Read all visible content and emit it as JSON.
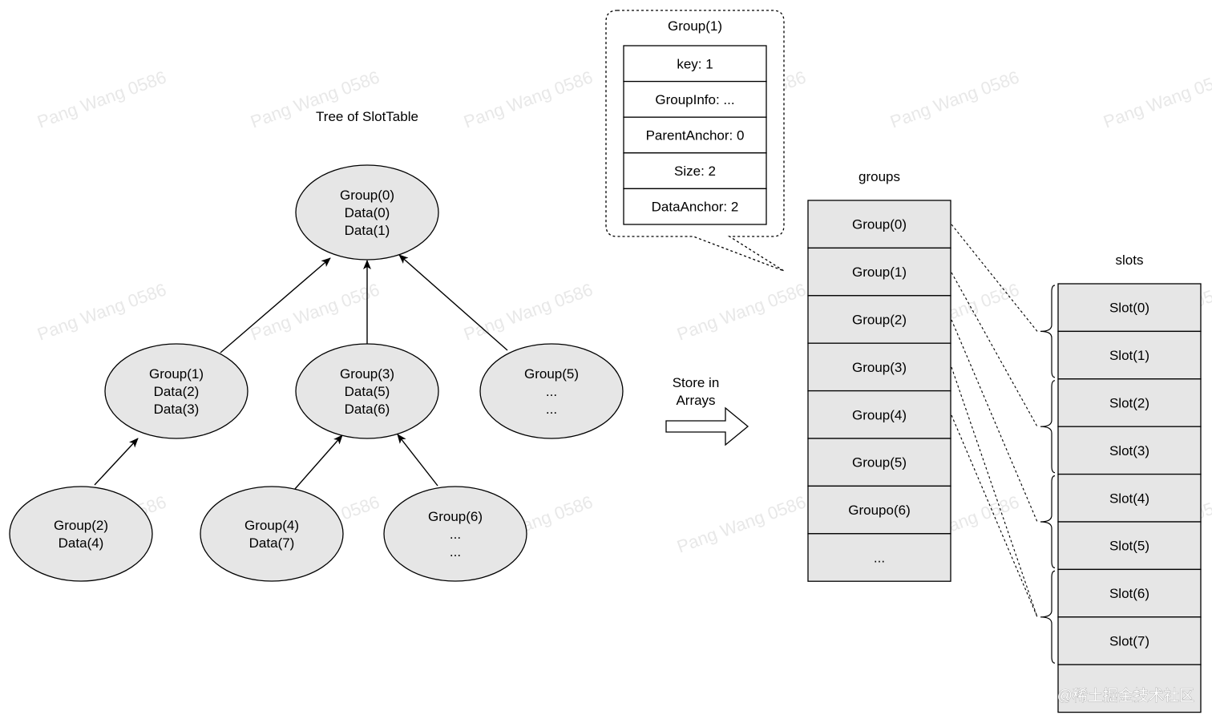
{
  "tree": {
    "title": "Tree of SlotTable",
    "nodes": [
      {
        "id": "n0",
        "lines": [
          "Group(0)",
          "Data(0)",
          "Data(1)"
        ]
      },
      {
        "id": "n1",
        "lines": [
          "Group(1)",
          "Data(2)",
          "Data(3)"
        ]
      },
      {
        "id": "n3",
        "lines": [
          "Group(3)",
          "Data(5)",
          "Data(6)"
        ]
      },
      {
        "id": "n5",
        "lines": [
          "Group(5)",
          "...",
          "..."
        ]
      },
      {
        "id": "n2",
        "lines": [
          "Group(2)",
          "Data(4)"
        ]
      },
      {
        "id": "n4",
        "lines": [
          "Group(4)",
          "Data(7)"
        ]
      },
      {
        "id": "n6",
        "lines": [
          "Group(6)",
          "...",
          "..."
        ]
      }
    ],
    "edges": [
      {
        "from": "n1",
        "to": "n0"
      },
      {
        "from": "n3",
        "to": "n0"
      },
      {
        "from": "n5",
        "to": "n0"
      },
      {
        "from": "n2",
        "to": "n1"
      },
      {
        "from": "n4",
        "to": "n3"
      },
      {
        "from": "n6",
        "to": "n3"
      }
    ]
  },
  "store_arrow": {
    "lines": [
      "Store in",
      "Arrays"
    ]
  },
  "group_detail": {
    "title": "Group(1)",
    "fields": [
      "key: 1",
      "GroupInfo:  ...",
      "ParentAnchor: 0",
      "Size: 2",
      "DataAnchor: 2"
    ]
  },
  "groups": {
    "title": "groups",
    "cells": [
      "Group(0)",
      "Group(1)",
      "Group(2)",
      "Group(3)",
      "Group(4)",
      "Group(5)",
      "Groupo(6)",
      "..."
    ]
  },
  "slots": {
    "title": "slots",
    "cells": [
      "Slot(0)",
      "Slot(1)",
      "Slot(2)",
      "Slot(3)",
      "Slot(4)",
      "Slot(5)",
      "Slot(6)",
      "Slot(7)",
      ""
    ]
  },
  "watermark": {
    "text": "Pang Wang 0586",
    "footer": "@稀土掘金技术社区"
  },
  "colors": {
    "node_fill": "#e6e6e6",
    "stroke": "#000000",
    "background": "#ffffff"
  }
}
